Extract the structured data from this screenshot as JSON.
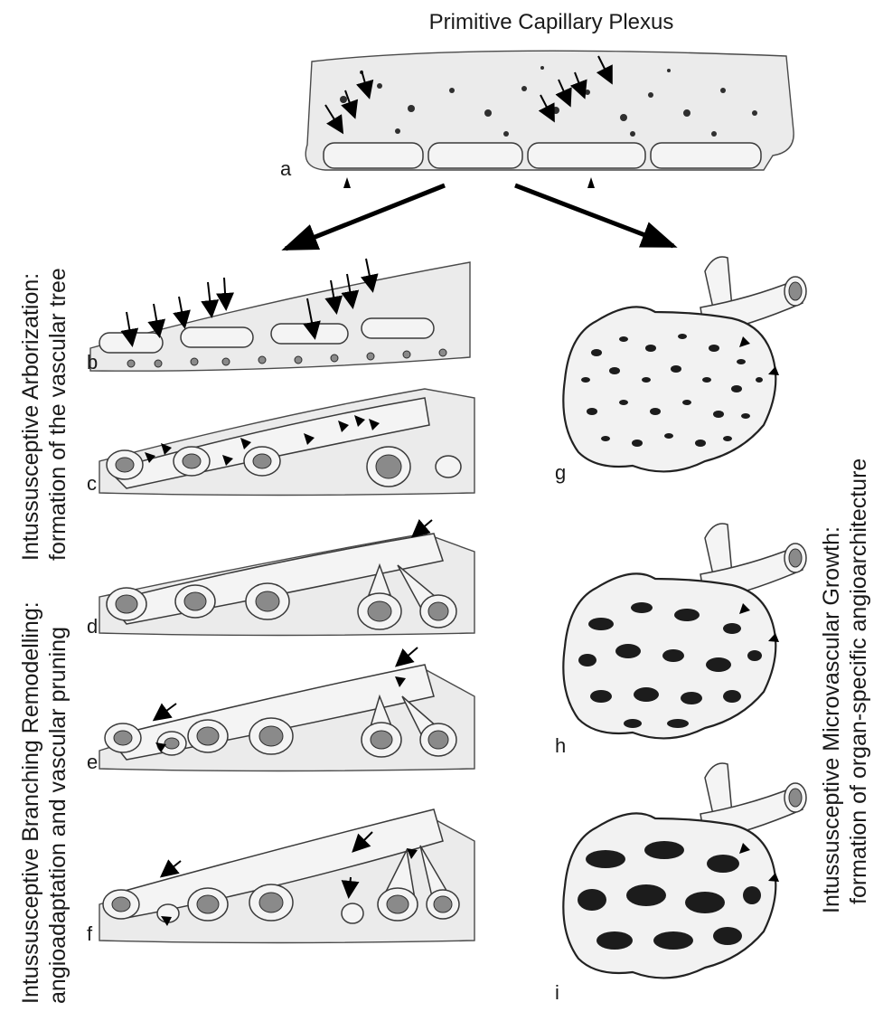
{
  "title": "Primitive Capillary Plexus",
  "left_heading": {
    "top_line1": "Intussusceptive Arborization:",
    "top_line2": "formation of the vascular tree",
    "bottom_line1": "Intussusceptive Branching Remodelling:",
    "bottom_line2": "angioadaptation and vascular pruning"
  },
  "right_heading": {
    "line1": "Intussusceptive Microvascular Growth:",
    "line2": "formation of organ-specific angioarchitecture"
  },
  "panels": {
    "a": "a",
    "b": "b",
    "c": "c",
    "d": "d",
    "e": "e",
    "f": "f",
    "g": "g",
    "h": "h",
    "i": "i"
  },
  "colors": {
    "ink": "#1a1a1a",
    "tissue": "#ebebeb",
    "vessel": "#f4f4f4",
    "lumen": "#1c1c1c"
  }
}
